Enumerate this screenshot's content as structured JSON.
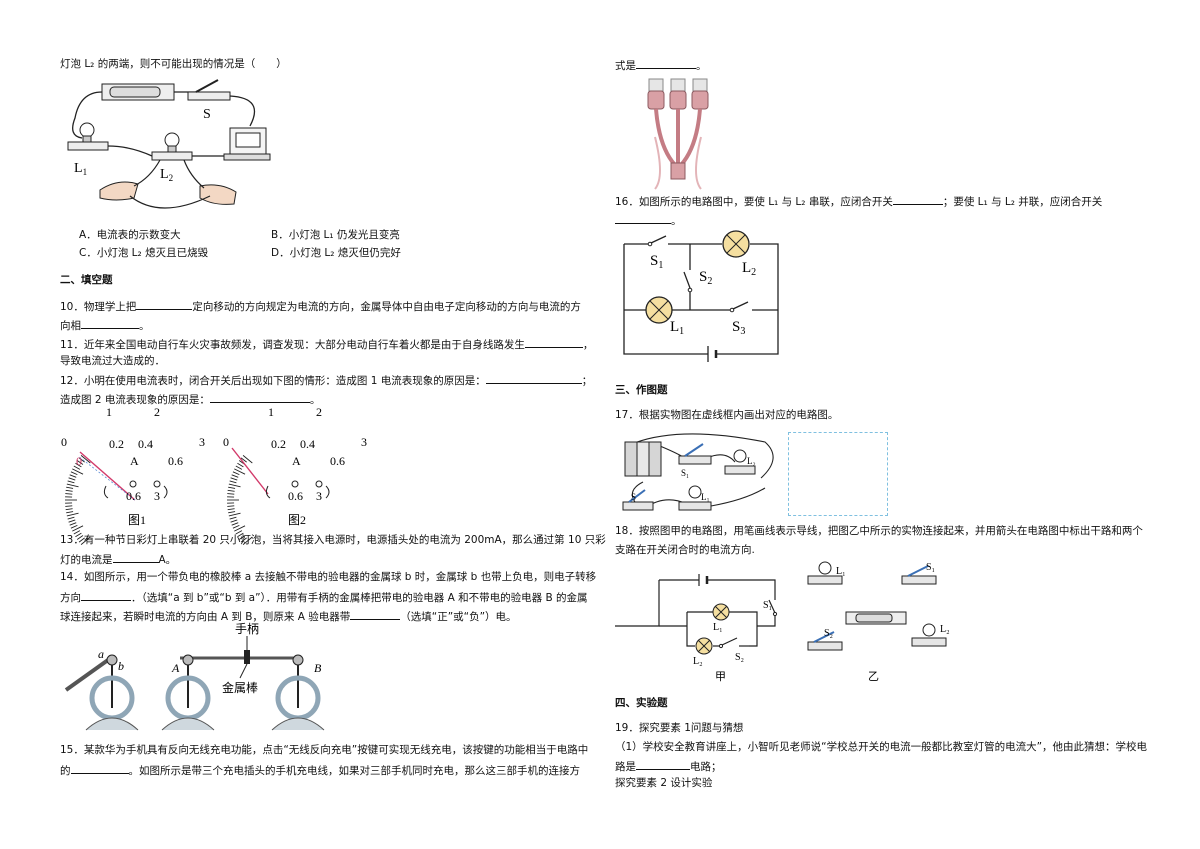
{
  "left": {
    "q9_tail": "灯泡 L₂ 的两端，则不可能出现的情况是（　　）",
    "q9_fig": {
      "s": "S",
      "l1": "L",
      "l1sub": "1",
      "l2": "L",
      "l2sub": "2"
    },
    "q9_options": {
      "a": "A．电流表的示数变大",
      "b": "B．小灯泡 L₁ 仍发光且变亮",
      "c": "C．小灯泡 L₂ 熄灭且已烧毁",
      "d": "D．小灯泡 L₂ 熄灭但仍完好"
    },
    "section2": "二、填空题",
    "q10_l1a": "10．物理学上把",
    "q10_l1b": "定向移动的方向规定为电流的方向，金属导体中自由电子定向移动的方向与电流的方",
    "q10_l2a": "向相",
    "q10_l2b": "。",
    "q11_l1a": "11．近年来全国电动自行车火灾事故频发，调查发现：大部分电动自行车着火都是由于自身线路发生",
    "q11_l1b": "，",
    "q11_l2": "导致电流过大造成的．",
    "q12_l1a": "12．小明在使用电流表时，闭合开关后出现如下图的情形：造成图 1 电流表现象的原因是：",
    "q12_l1b": "；",
    "q12_l2a": "造成图 2 电流表现象的原因是：",
    "q12_l2b": "。",
    "meter": {
      "top1": "1",
      "top2": "2",
      "zero": "0",
      "max": "3",
      "t02": "0.2",
      "t04": "0.4",
      "unit": "A",
      "t06": "0.6",
      "pointer0": "0",
      "term06": "0.6",
      "term3": "3",
      "cap1": "图1",
      "cap2": "图2"
    },
    "q13_l1": "13．有一种节日彩灯上串联着 20 只小灯泡，当将其接入电源时，电源插头处的电流为 200mA，那么通过第 10 只彩",
    "q13_l2a": "灯的电流是",
    "q13_l2b": "A。",
    "q14_l1": "14．如图所示，用一个带负电的橡胶棒 a 去接触不带电的验电器的金属球 b 时，金属球 b 也带上负电，则电子转移",
    "q14_l2a": "方向",
    "q14_l2b": "．（选填“a 到 b”或“b 到 a”）．用带有手柄的金属棒把带电的验电器 A 和不带电的验电器 B 的金属",
    "q14_l3a": "球连接起来，若瞬时电流的方向由 A 到 B，则原来 A 验电器带",
    "q14_l3b": "（选填“正”或“负”）电。",
    "q14_fig": {
      "a": "a",
      "b": "b",
      "A": "A",
      "B": "B",
      "handle": "手柄",
      "rod": "金属棒"
    },
    "q15_l1": "15．某款华为手机具有反向无线充电功能，点击“无线反向充电”按键可实现无线充电，该按键的功能相当于电路中",
    "q15_l2a": "的",
    "q15_l2b": "。如图所示是带三个充电插头的手机充电线，如果对三部手机同时充电，那么这三部手机的连接方"
  },
  "right": {
    "q15_tail_a": "式是",
    "q15_tail_b": "。",
    "q16_l1a": "16．如图所示的电路图中，要使 L₁ 与 L₂ 串联，应闭合开关",
    "q16_l1b": "；要使 L₁ 与 L₂ 并联，应闭合开关",
    "q16_l2": "。",
    "q16_fig": {
      "s1": "S",
      "s1sub": "1",
      "s2": "S",
      "s2sub": "2",
      "s3": "S",
      "s3sub": "3",
      "l1": "L",
      "l1sub": "1",
      "l2": "L",
      "l2sub": "2"
    },
    "section3": "三、作图题",
    "q17": "17．根据实物图在虚线框内画出对应的电路图。",
    "q17_fig": {
      "s": "S",
      "s1": "S₁",
      "l1": "L₁",
      "l2": "L₂"
    },
    "q18_l1": "18．按照图甲的电路图，用笔画线表示导线，把图乙中所示的实物连接起来，并用箭头在电路图中标出干路和两个",
    "q18_l2": "支路在开关闭合时的电流方向.",
    "q18_fig": {
      "s1": "S₁",
      "s2": "S₂",
      "l1": "L₁",
      "l2": "L₂",
      "cap_a": "甲",
      "cap_b": "乙"
    },
    "section4": "四、实验题",
    "q19_l1": "19．探究要素 1问题与猜想",
    "q19_l2": "（1）学校安全教育讲座上，小智听见老师说“学校总开关的电流一般都比教室灯管的电流大”，他由此猜想：学校电",
    "q19_l3a": "路是",
    "q19_l3b": "电路；",
    "q19_l4": "探究要素 2 设计实验"
  },
  "colors": {
    "text": "#111111",
    "wire": "#222222",
    "pointer": "#d23a6a",
    "cable": "#d9a0a5",
    "dashed": "#7fc0e0",
    "bulb": "#f5dfa0"
  }
}
